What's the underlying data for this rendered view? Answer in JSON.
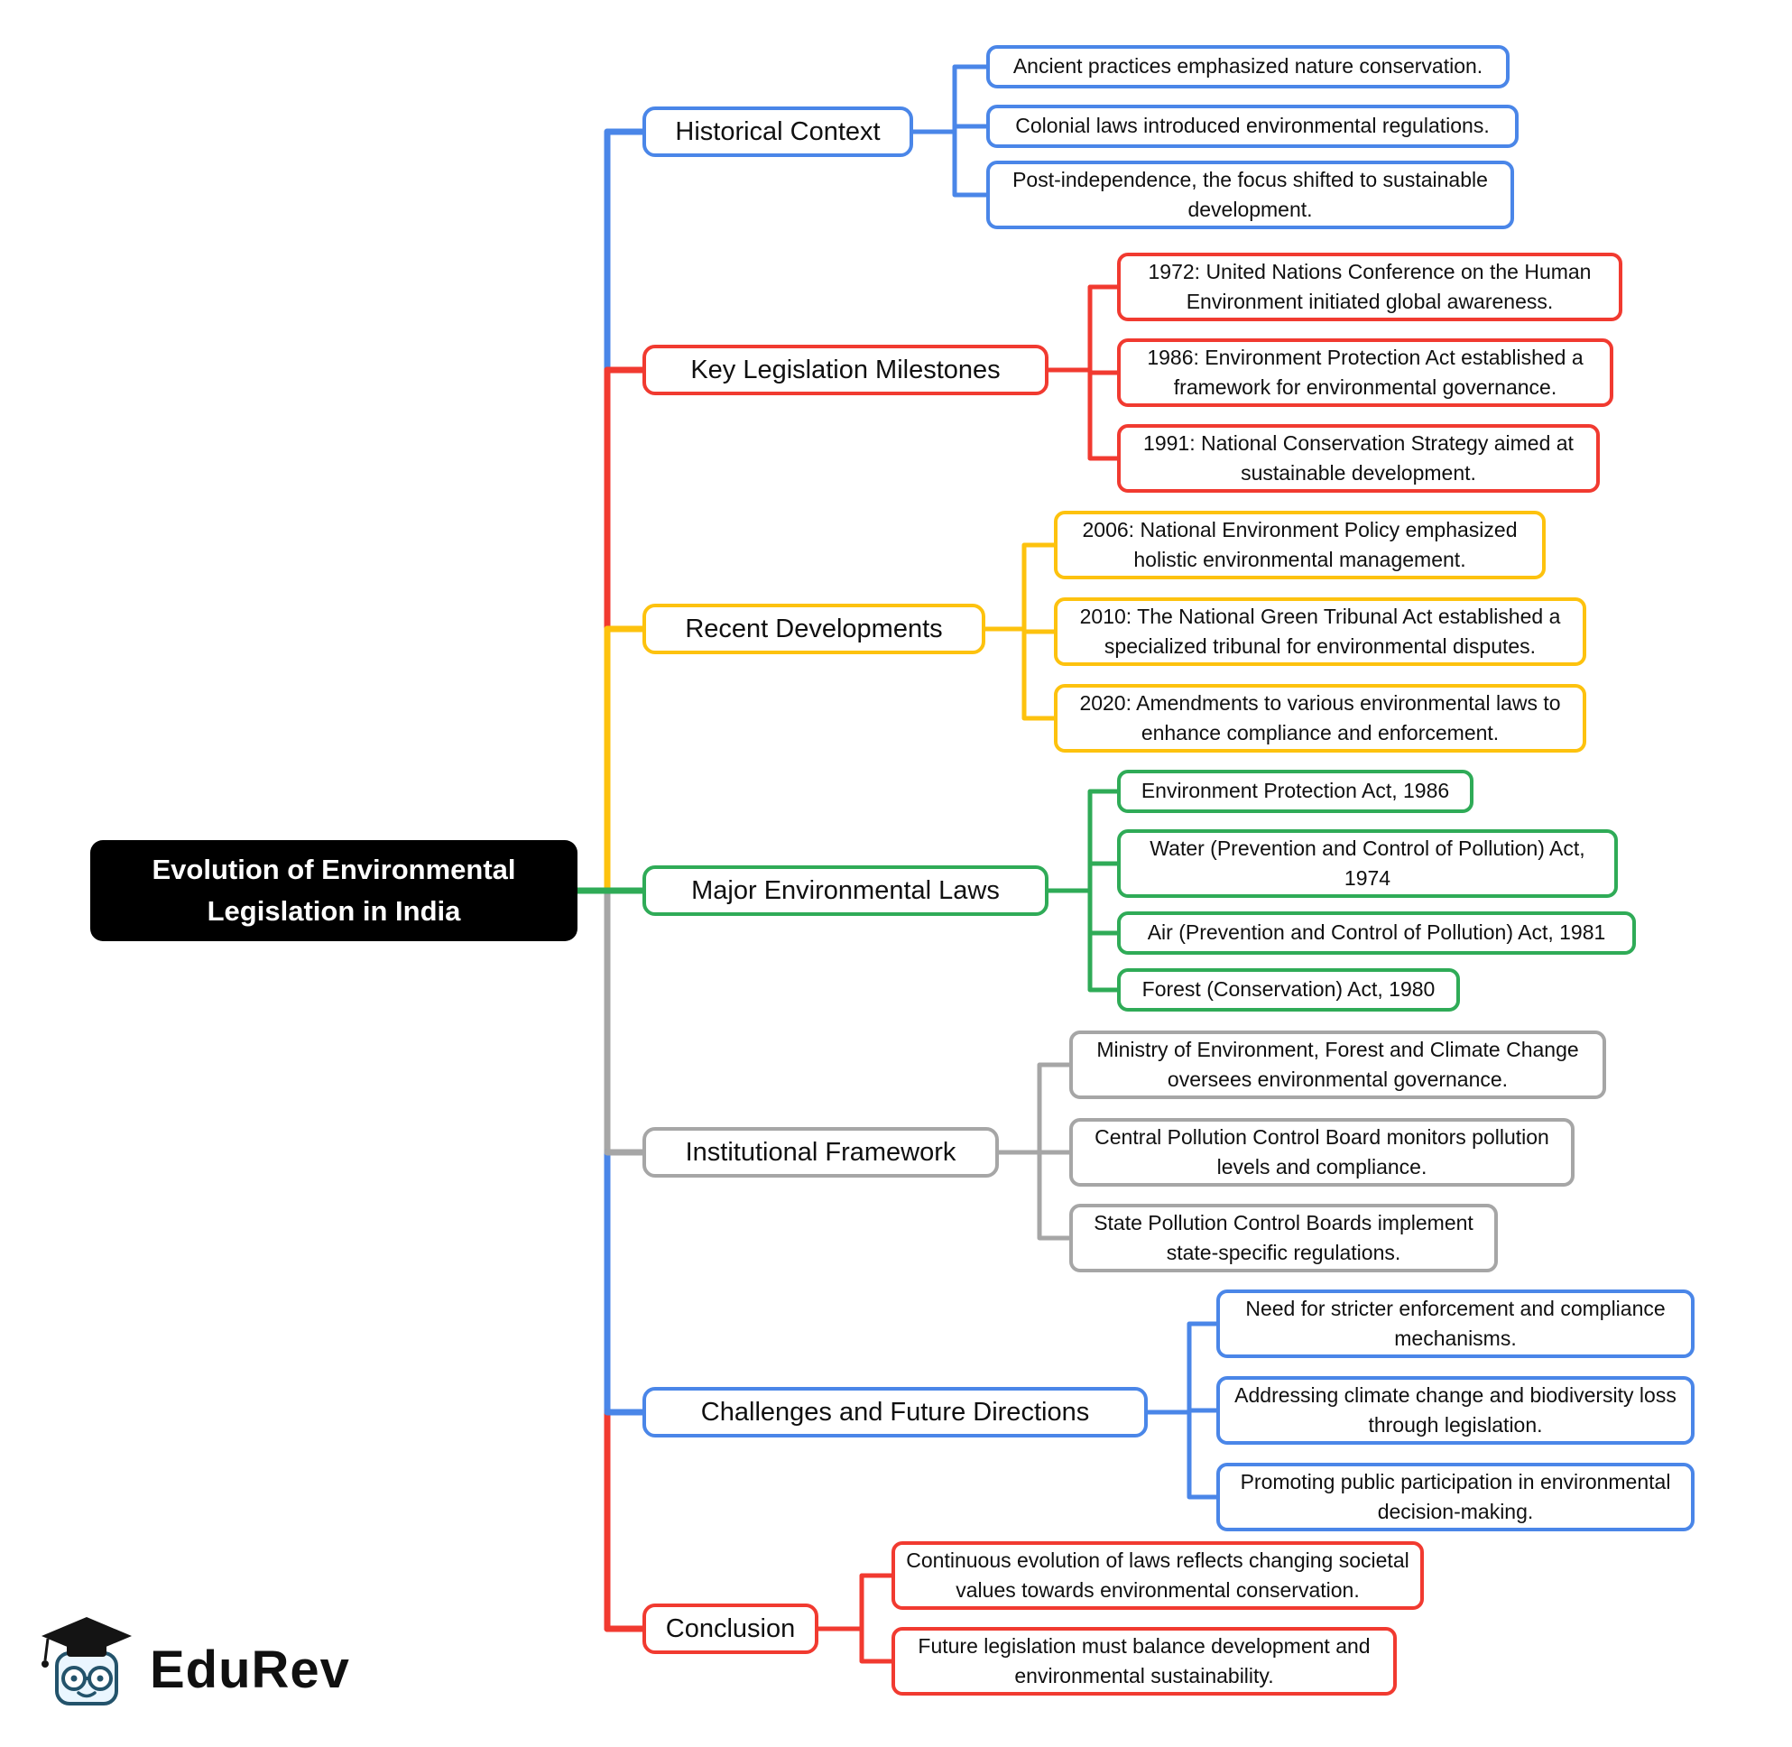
{
  "root": {
    "title": "Evolution of Environmental Legislation in India"
  },
  "branches": [
    {
      "label": "Historical Context",
      "color": "#4a86e8",
      "children": [
        "Ancient practices emphasized nature conservation.",
        "Colonial laws introduced environmental regulations.",
        "Post-independence, the focus shifted to sustainable development."
      ]
    },
    {
      "label": "Key Legislation Milestones",
      "color": "#f13a30",
      "children": [
        "1972: United Nations Conference on the Human Environment initiated global awareness.",
        "1986: Environment Protection Act established a framework for environmental governance.",
        "1991: National Conservation Strategy aimed at sustainable development."
      ]
    },
    {
      "label": "Recent Developments",
      "color": "#fdc20e",
      "children": [
        "2006: National Environment Policy emphasized holistic environmental management.",
        "2010: The National Green Tribunal Act established a specialized tribunal for environmental disputes.",
        "2020: Amendments to various environmental laws to enhance compliance and enforcement."
      ]
    },
    {
      "label": "Major Environmental Laws",
      "color": "#2fab57",
      "children": [
        "Environment Protection Act, 1986",
        "Water (Prevention and Control of Pollution) Act, 1974",
        "Air (Prevention and Control of Pollution) Act, 1981",
        "Forest (Conservation) Act, 1980"
      ]
    },
    {
      "label": "Institutional Framework",
      "color": "#a6a6a6",
      "children": [
        "Ministry of Environment, Forest and Climate Change oversees environmental governance.",
        "Central Pollution Control Board monitors pollution levels and compliance.",
        "State Pollution Control Boards implement state-specific regulations."
      ]
    },
    {
      "label": "Challenges and Future Directions",
      "color": "#4a86e8",
      "children": [
        "Need for stricter enforcement and compliance mechanisms.",
        "Addressing climate change and biodiversity loss through legislation.",
        "Promoting public participation in environmental decision-making."
      ]
    },
    {
      "label": "Conclusion",
      "color": "#f13a30",
      "children": [
        "Continuous evolution of laws reflects changing societal values towards environmental conservation.",
        "Future legislation must balance development and environmental sustainability."
      ]
    }
  ],
  "logo": {
    "text": "EduRev"
  }
}
